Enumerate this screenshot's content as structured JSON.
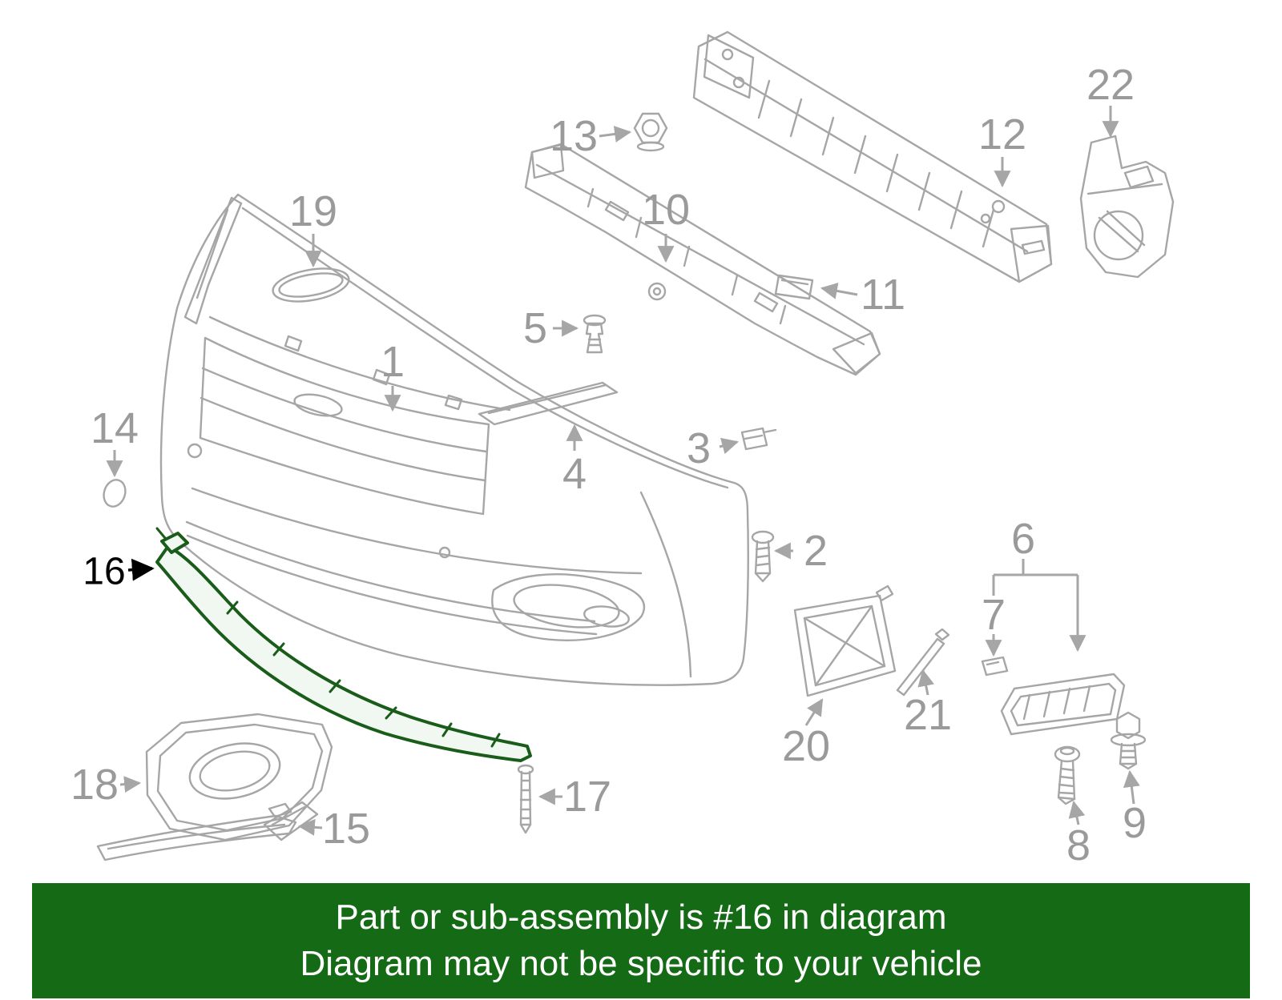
{
  "diagram": {
    "highlighted_callout": "16",
    "callouts": {
      "c1": {
        "label": "1"
      },
      "c2": {
        "label": "2"
      },
      "c3": {
        "label": "3"
      },
      "c4": {
        "label": "4"
      },
      "c5": {
        "label": "5"
      },
      "c6": {
        "label": "6"
      },
      "c7": {
        "label": "7"
      },
      "c8": {
        "label": "8"
      },
      "c9": {
        "label": "9"
      },
      "c10": {
        "label": "10"
      },
      "c11": {
        "label": "11"
      },
      "c12": {
        "label": "12"
      },
      "c13": {
        "label": "13"
      },
      "c14": {
        "label": "14"
      },
      "c15": {
        "label": "15"
      },
      "c16": {
        "label": "16"
      },
      "c17": {
        "label": "17"
      },
      "c18": {
        "label": "18"
      },
      "c19": {
        "label": "19"
      },
      "c20": {
        "label": "20"
      },
      "c21": {
        "label": "21"
      },
      "c22": {
        "label": "22"
      }
    }
  },
  "banner": {
    "line1": "Part or sub-assembly is #16 in diagram",
    "line2": "Diagram may not be specific to your vehicle"
  },
  "colors": {
    "banner_bg": "#156a15",
    "banner_text": "#ffffff",
    "line_art": "#a6a6a6",
    "callout_text": "#9a9a9a",
    "highlight": "#1a5c1a",
    "highlight_callout_text": "#000000"
  }
}
